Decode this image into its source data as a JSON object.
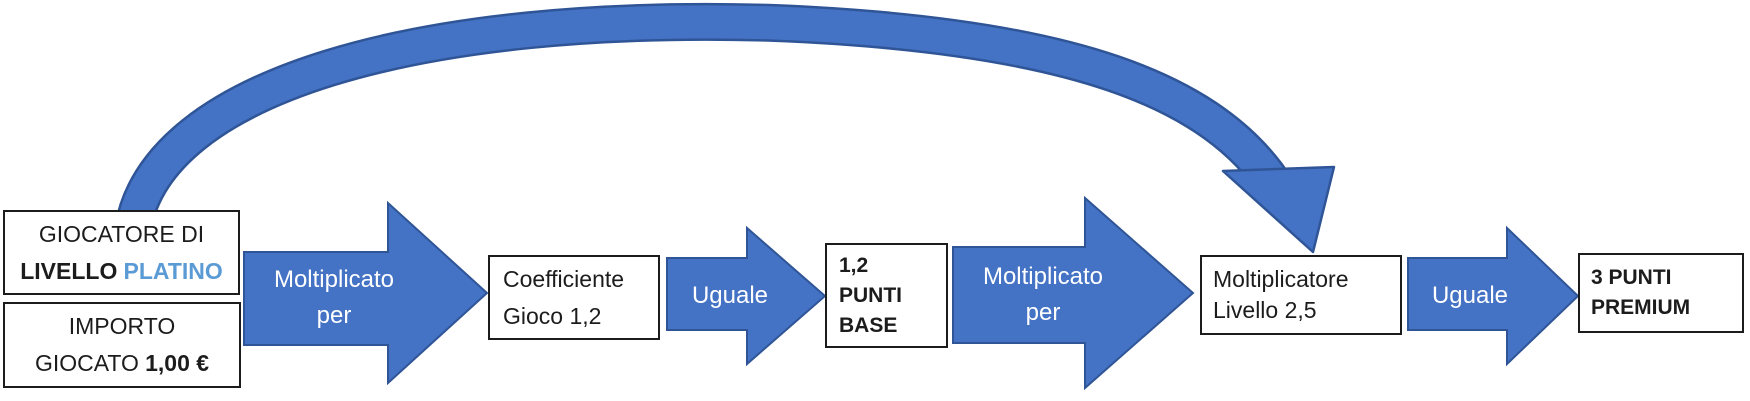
{
  "colors": {
    "bg": "#ffffff",
    "ink": "#1c1c1c",
    "accent": "#4472C4",
    "accent_dark": "#2F5597",
    "highlight": "#5B9BD5",
    "label": "#ffffff"
  },
  "boxes": {
    "player": {
      "line1": "GIOCATORE DI",
      "line2_word": "LIVELLO",
      "line2_highlight": "PLATINO"
    },
    "amount": {
      "line1": "IMPORTO",
      "line2_word": "GIOCATO",
      "line2_value": "1,00 €"
    },
    "coefficient": {
      "line1": "Coefficiente",
      "line2": "Gioco 1,2"
    },
    "base_points": {
      "line1": "1,2",
      "line2": "PUNTI",
      "line3": "BASE"
    },
    "level_multiplier": {
      "line1": "Moltiplicatore",
      "line2": "Livello 2,5"
    },
    "premium_points": {
      "line1": "3 PUNTI",
      "line2": "PREMIUM"
    }
  },
  "arrows": {
    "multiply1": {
      "line1": "Moltiplicato",
      "line2": "per"
    },
    "equals1": {
      "label": "Uguale"
    },
    "multiply2": {
      "line1": "Moltiplicato",
      "line2": "per"
    },
    "equals2": {
      "label": "Uguale"
    }
  }
}
